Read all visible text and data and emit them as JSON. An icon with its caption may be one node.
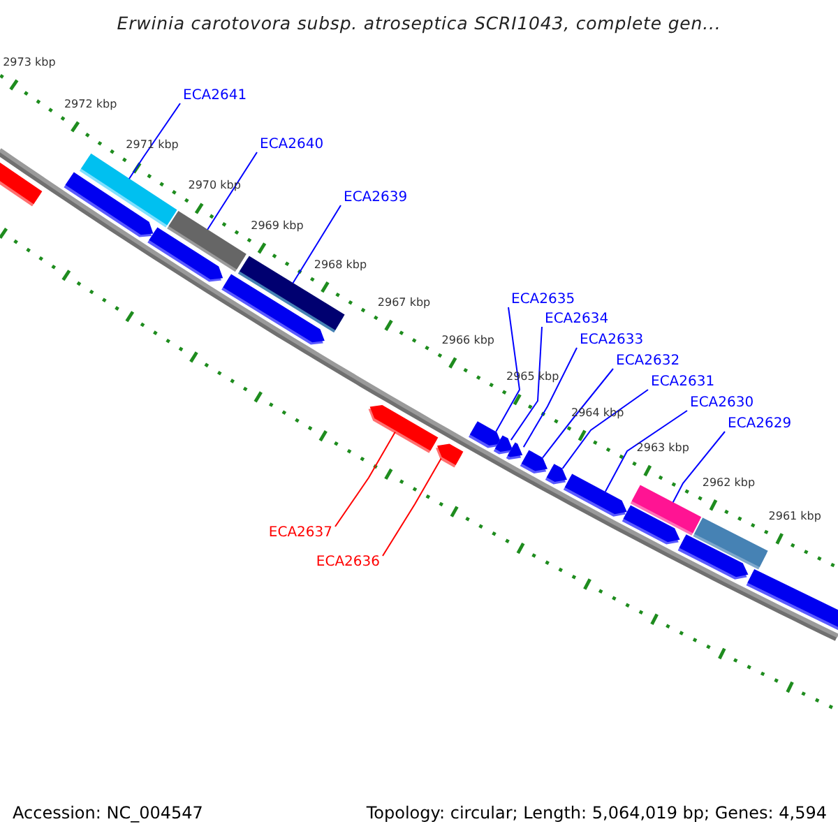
{
  "diagram": {
    "title": "Erwinia carotovora subsp. atroseptica SCRI1043, complete gen...",
    "nodes": [
      {
        "text": [
          "ECA2641"
        ]
      },
      {
        "text": [
          "ECA2640"
        ]
      },
      {
        "text": [
          "ECA2639"
        ]
      },
      {
        "text": [
          "ECA2635"
        ]
      },
      {
        "text": [
          "ECA2634"
        ]
      },
      {
        "text": [
          "ECA2633"
        ]
      },
      {
        "text": [
          "ECA2632"
        ]
      },
      {
        "text": [
          "ECA2631"
        ]
      },
      {
        "text": [
          "ECA2630"
        ]
      },
      {
        "text": [
          "ECA2629"
        ]
      },
      {
        "text": [
          "ECA2637"
        ]
      },
      {
        "text": [
          "ECA2636"
        ]
      },
      {
        "text": [],
        "shape": "bar"
      },
      {
        "text": [],
        "shape": "bar"
      },
      {
        "text": [],
        "shape": "bar"
      },
      {
        "text": [],
        "shape": "bar"
      },
      {
        "text": [],
        "shape": "bar"
      },
      {
        "text": [],
        "shape": "bar"
      },
      {
        "text": [],
        "shape": "bar"
      },
      {
        "text": [],
        "shape": "bar"
      },
      {
        "text": [],
        "shape": "bar"
      },
      {
        "text": [],
        "shape": "bar"
      },
      {
        "text": [],
        "shape": "bar"
      },
      {
        "text": [],
        "shape": "bar"
      },
      {
        "text": [],
        "shape": "bar"
      },
      {
        "text": [],
        "shape": "bar"
      },
      {
        "text": [],
        "shape": "bar"
      },
      {
        "text": [],
        "shape": "bar"
      },
      {
        "text": [],
        "shape": "bar"
      },
      {
        "text": [],
        "shape": "bar"
      },
      {
        "text": [],
        "shape": "bar"
      },
      {
        "text": [],
        "shape": "bar"
      }
    ],
    "edges": [
      {
        "from": 0,
        "to": 14,
        "arrow": "none"
      },
      {
        "from": 1,
        "to": 16,
        "arrow": "none"
      },
      {
        "from": 2,
        "to": 18,
        "arrow": "none"
      },
      {
        "from": 3,
        "to": 21,
        "arrow": "none"
      },
      {
        "from": 4,
        "to": 22,
        "arrow": "none"
      },
      {
        "from": 5,
        "to": 23,
        "arrow": "none"
      },
      {
        "from": 6,
        "to": 24,
        "arrow": "none"
      },
      {
        "from": 7,
        "to": 25,
        "arrow": "none"
      },
      {
        "from": 8,
        "to": 26,
        "arrow": "none"
      },
      {
        "from": 9,
        "to": 28,
        "arrow": "none"
      },
      {
        "from": 10,
        "to": 19,
        "arrow": "none",
        "color": "#ff0000"
      },
      {
        "from": 11,
        "to": 20,
        "arrow": "none",
        "color": "#ff0000"
      }
    ],
    "labels": [
      "2973 kbp",
      "2972 kbp",
      "2971 kbp",
      "2970 kbp",
      "2969 kbp",
      "2968 kbp",
      "2967 kbp",
      "2966 kbp",
      "2965 kbp",
      "2964 kbp",
      "2963 kbp",
      "2962 kbp",
      "2961 kbp",
      "Accession: NC_004547",
      "Topology: circular; Length: 5,064,019 bp; Genes: 4,594"
    ]
  }
}
